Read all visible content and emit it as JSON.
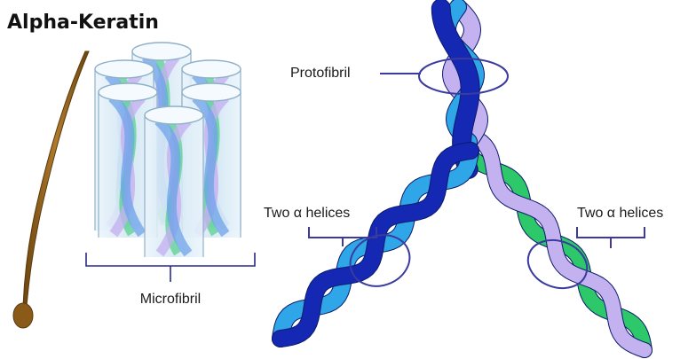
{
  "title": "Alpha-Keratin",
  "labels": {
    "microfibril": "Microfibril",
    "protofibril": "Protofibril",
    "helices_left": "Two α helices",
    "helices_right": "Two α helices"
  },
  "colors": {
    "hair": "#8a5a18",
    "outline": "#3a3aa0",
    "bracket": "#2a2a8a",
    "dark_blue": "#1428b4",
    "cyan": "#2fa6e8",
    "green": "#2cc86a",
    "lavender": "#c4b2f0",
    "tube_fill": "#dcecf6",
    "tube_edge": "#8fb0c8"
  }
}
